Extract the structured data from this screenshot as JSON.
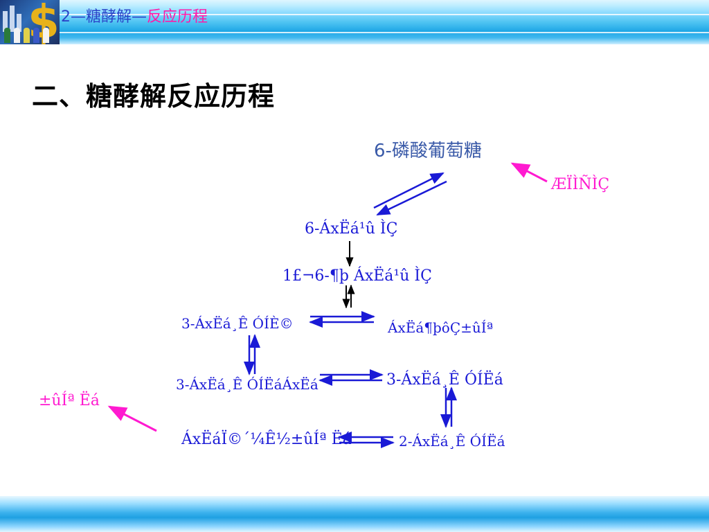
{
  "header": {
    "title_part1": "2—糖酵解—",
    "title_part2": "反应历程"
  },
  "page_title": "二、糖酵解反应历程",
  "diagram": {
    "top_compound": "6-磷酸葡萄糖",
    "side_label_top": "ÆÏÌÑÌÇ",
    "node_f6p": "6-ÁxËá¹û ÌÇ",
    "node_f16bp": "1£¬6-¶þ ÁxËá¹û ÌÇ",
    "node_g3p": "3-ÁxËá¸Ê ÓÍÈ©",
    "node_dhap": "ÁxËá¶þôÇ±ûÍª",
    "node_13bpg": "3-ÁxËá¸Ê ÓÍËáÁxËá",
    "node_3pg": "3-ÁxËá¸Ê ÓÍËá",
    "node_pep": "ÁxËáÏ©´¼Ê½±ûÍª Ëá",
    "node_2pg": "2-ÁxËá¸Ê ÓÍËá",
    "side_label_bottom": "±ûÍª Ëá"
  },
  "colors": {
    "arrow_blue": "#1a1ad6",
    "magenta": "#ff1ad0",
    "header_blue": "#2a44c8",
    "header_pink": "#ff1aa8"
  }
}
